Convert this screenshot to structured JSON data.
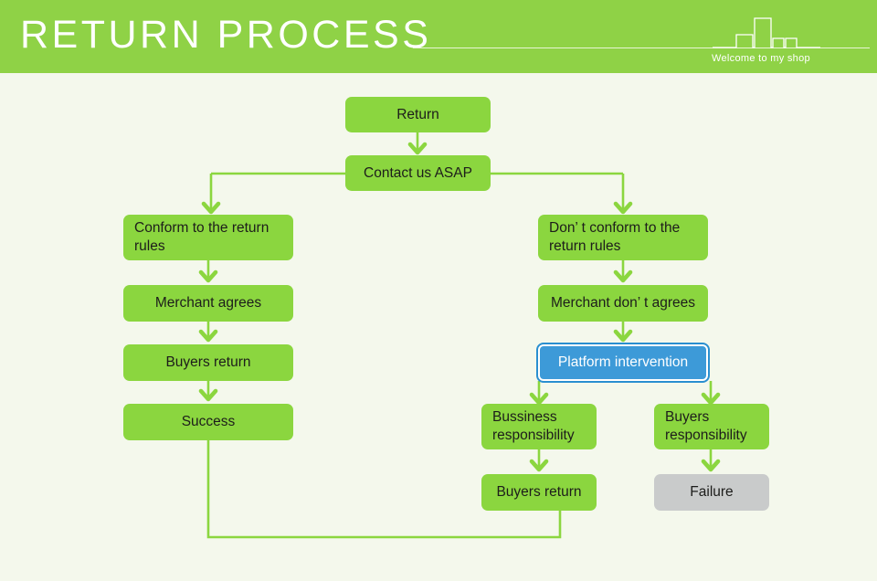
{
  "header": {
    "title": "RETURN PROCESS",
    "tagline": "Welcome to my shop",
    "brand_green": "#8fd246",
    "title_color": "#ffffff"
  },
  "canvas": {
    "background": "#f4f8ec",
    "node_green": "#8bd63f",
    "node_gray": "#c9cbcb",
    "node_blue": "#3d9ad8",
    "edge_color": "#8bd63f"
  },
  "nodes": [
    {
      "id": "return",
      "label": "Return",
      "style": "green",
      "align": "center"
    },
    {
      "id": "contact",
      "label": "Contact us ASAP",
      "style": "green",
      "align": "center"
    },
    {
      "id": "conform",
      "label": "Conform to the return rules",
      "style": "green",
      "align": "left"
    },
    {
      "id": "merchant-agrees",
      "label": "Merchant agrees",
      "style": "green",
      "align": "center"
    },
    {
      "id": "buyers-return-left",
      "label": "Buyers return",
      "style": "green",
      "align": "center"
    },
    {
      "id": "success",
      "label": "Success",
      "style": "green",
      "align": "center"
    },
    {
      "id": "dont-conform",
      "label": "Don’ t conform to the return rules",
      "style": "green",
      "align": "left"
    },
    {
      "id": "merchant-disagree",
      "label": "Merchant don’ t agrees",
      "style": "green",
      "align": "center"
    },
    {
      "id": "platform",
      "label": "Platform intervention",
      "style": "blue",
      "align": "center"
    },
    {
      "id": "business-resp",
      "label": "Bussiness responsibility",
      "style": "green",
      "align": "left"
    },
    {
      "id": "buyers-resp",
      "label": "Buyers responsibility",
      "style": "green",
      "align": "left"
    },
    {
      "id": "buyers-return-right",
      "label": "Buyers return",
      "style": "green",
      "align": "center"
    },
    {
      "id": "failure",
      "label": "Failure",
      "style": "gray",
      "align": "center"
    }
  ],
  "edges": [
    {
      "from": "return",
      "to": "contact",
      "kind": "straight-down"
    },
    {
      "from": "contact",
      "to": "conform",
      "kind": "split-left"
    },
    {
      "from": "contact",
      "to": "dont-conform",
      "kind": "split-right"
    },
    {
      "from": "conform",
      "to": "merchant-agrees",
      "kind": "straight-down"
    },
    {
      "from": "merchant-agrees",
      "to": "buyers-return-left",
      "kind": "straight-down"
    },
    {
      "from": "buyers-return-left",
      "to": "success",
      "kind": "straight-down"
    },
    {
      "from": "dont-conform",
      "to": "merchant-disagree",
      "kind": "straight-down"
    },
    {
      "from": "merchant-disagree",
      "to": "platform",
      "kind": "straight-down"
    },
    {
      "from": "platform",
      "to": "business-resp",
      "kind": "straight-down"
    },
    {
      "from": "platform",
      "to": "buyers-resp",
      "kind": "straight-down"
    },
    {
      "from": "business-resp",
      "to": "buyers-return-right",
      "kind": "straight-down"
    },
    {
      "from": "buyers-resp",
      "to": "failure",
      "kind": "straight-down"
    },
    {
      "from": "buyers-return-right",
      "to": "success",
      "kind": "loop-back-bottom"
    }
  ]
}
